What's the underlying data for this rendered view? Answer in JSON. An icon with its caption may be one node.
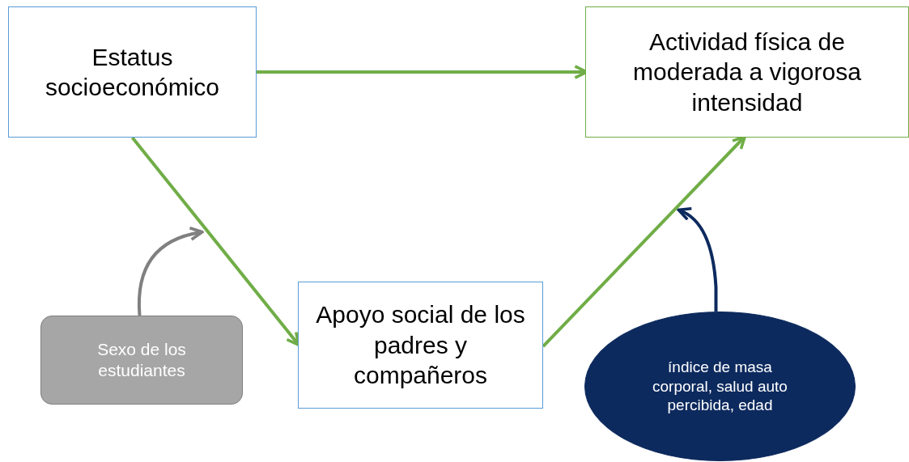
{
  "diagram": {
    "nodes": [
      {
        "text": [
          "Estatus socioeconómico"
        ]
      },
      {
        "text": [
          "Actividad física de moderada a vigorosa intensidad"
        ]
      },
      {
        "text": [
          "Apoyo social de los padres y compañeros"
        ]
      },
      {
        "text": [
          "Sexo de los estudiantes"
        ]
      },
      {
        "text": [
          "índice de masa corporal, salud auto percibida, edad"
        ]
      }
    ],
    "edges": [
      {
        "from": 0,
        "to": 1,
        "arrow": "to"
      },
      {
        "from": 0,
        "to": 2,
        "arrow": "to"
      },
      {
        "from": 2,
        "to": 1,
        "arrow": "to"
      },
      {
        "from": 3,
        "to": null,
        "arrow": "to",
        "color": "#808080"
      },
      {
        "from": 4,
        "to": null,
        "arrow": "to",
        "color": "#0d2a5e"
      }
    ]
  }
}
